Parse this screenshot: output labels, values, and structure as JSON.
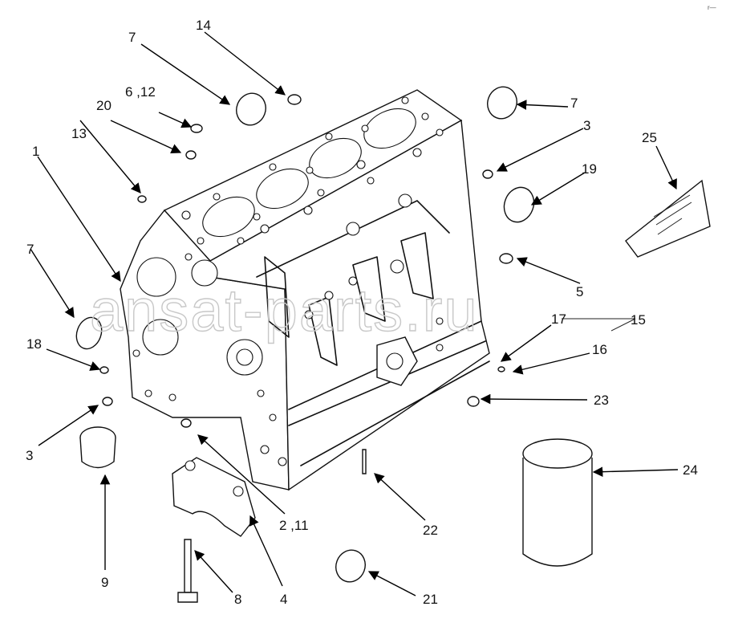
{
  "watermark": "ansat-parts.ru",
  "corner_mark": "r—",
  "callouts": [
    {
      "id": "c1",
      "label": "1"
    },
    {
      "id": "c2",
      "label": "2 ,11"
    },
    {
      "id": "c3a",
      "label": "3"
    },
    {
      "id": "c3b",
      "label": "3"
    },
    {
      "id": "c4",
      "label": "4"
    },
    {
      "id": "c5",
      "label": "5"
    },
    {
      "id": "c612",
      "label": "6 ,12"
    },
    {
      "id": "c7a",
      "label": "7"
    },
    {
      "id": "c7b",
      "label": "7"
    },
    {
      "id": "c7c",
      "label": "7"
    },
    {
      "id": "c8",
      "label": "8"
    },
    {
      "id": "c9",
      "label": "9"
    },
    {
      "id": "c13",
      "label": "13"
    },
    {
      "id": "c14",
      "label": "14"
    },
    {
      "id": "c15",
      "label": "15"
    },
    {
      "id": "c16",
      "label": "16"
    },
    {
      "id": "c17",
      "label": "17"
    },
    {
      "id": "c18",
      "label": "18"
    },
    {
      "id": "c19",
      "label": "19"
    },
    {
      "id": "c20",
      "label": "20"
    },
    {
      "id": "c21",
      "label": "21"
    },
    {
      "id": "c22",
      "label": "22"
    },
    {
      "id": "c23",
      "label": "23"
    },
    {
      "id": "c24",
      "label": "24"
    },
    {
      "id": "c25",
      "label": "25"
    }
  ]
}
